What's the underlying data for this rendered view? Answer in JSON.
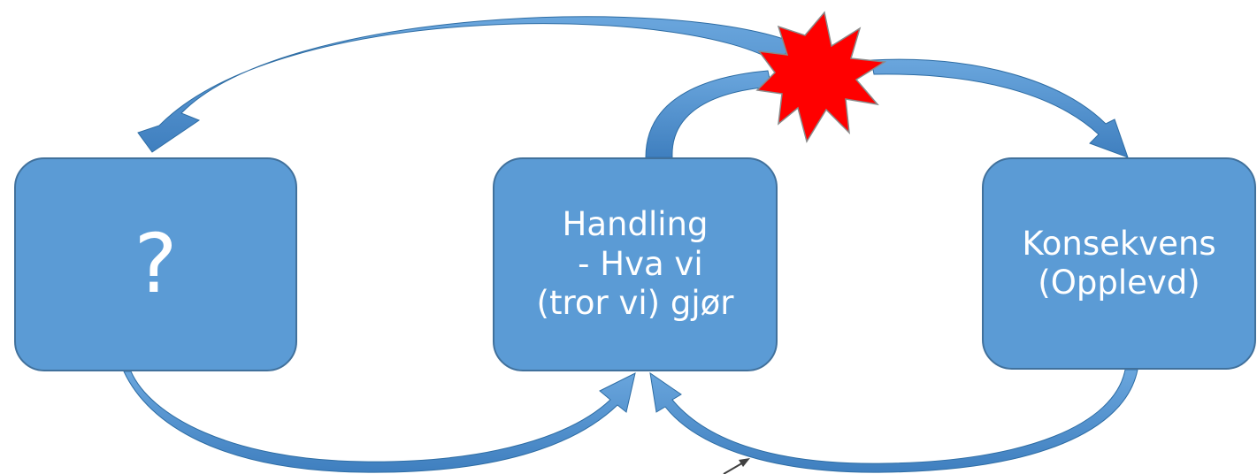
{
  "boxes": {
    "left": {
      "lines": [
        "?"
      ]
    },
    "middle": {
      "lines": [
        "Handling",
        " - Hva vi",
        "(tror vi) gjør"
      ]
    },
    "right": {
      "lines": [
        "Konsekvens",
        "(Opplevd)"
      ]
    }
  },
  "colors": {
    "box_fill": "#5b9bd5",
    "box_border": "#41719c",
    "arrow_fill": "#5b9bd5",
    "arrow_shadow": "#2e5f8f",
    "explosion_fill": "#ff0000",
    "explosion_stroke": "#7f7f7f",
    "pointer_arrow": "#404040"
  },
  "icons": {
    "explosion": "explosion-icon",
    "pointer": "small-pointer-arrow-icon"
  }
}
